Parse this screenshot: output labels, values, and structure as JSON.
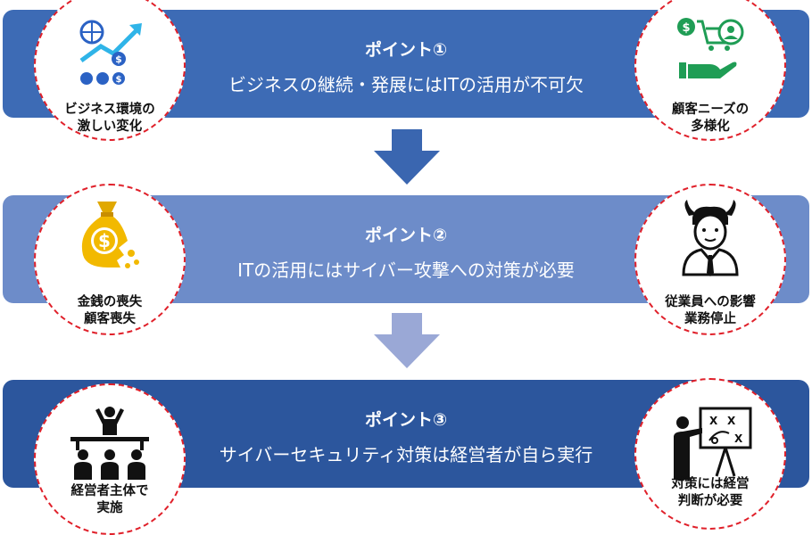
{
  "colors": {
    "band1": "#3d6bb5",
    "band2": "#6d8cc9",
    "band3": "#2c569d",
    "arrow1": "#3a66b0",
    "arrow2": "#9aa8d6",
    "dash": "#e0202a"
  },
  "points": [
    {
      "title": "ポイント①",
      "text": "ビジネスの継続・発展にはITの活用が不可欠",
      "left_circle": {
        "icon": "business-growth-icon",
        "lines": [
          "ビジネス環境の",
          "激しい変化"
        ]
      },
      "right_circle": {
        "icon": "customer-needs-icon",
        "lines": [
          "顧客ニーズの",
          "多様化"
        ]
      }
    },
    {
      "title": "ポイント②",
      "text": "ITの活用にはサイバー攻撃への対策が必要",
      "left_circle": {
        "icon": "money-loss-icon",
        "lines": [
          "金銭の喪失",
          "顧客喪失"
        ]
      },
      "right_circle": {
        "icon": "employee-devil-icon",
        "lines": [
          "従業員への影響",
          "業務停止"
        ]
      }
    },
    {
      "title": "ポイント③",
      "text": "サイバーセキュリティ対策は経営者が自ら実行",
      "left_circle": {
        "icon": "leadership-icon",
        "lines": [
          "経営者主体で",
          "実施"
        ]
      },
      "right_circle": {
        "icon": "strategy-board-icon",
        "lines": [
          "対策には経営",
          "判断が必要"
        ]
      }
    }
  ]
}
